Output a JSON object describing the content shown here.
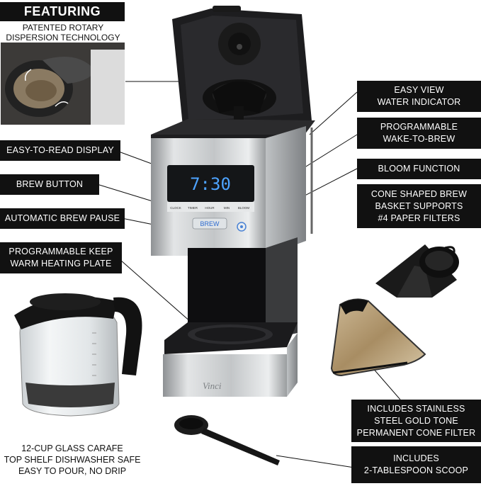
{
  "featuring": {
    "title": "FEATURING",
    "subtitle_line1": "PATENTED ROTARY",
    "subtitle_line2": "DISPERSION TECHNOLOGY"
  },
  "callouts": {
    "display": "EASY-TO-READ DISPLAY",
    "brew_button": "BREW BUTTON",
    "auto_pause": "AUTOMATIC BREW PAUSE",
    "keep_warm_line1": "PROGRAMMABLE KEEP",
    "keep_warm_line2": "WARM HEATING PLATE",
    "water_line1": "EASY VIEW",
    "water_line2": "WATER INDICATOR",
    "wake_line1": "PROGRAMMABLE",
    "wake_line2": "WAKE-TO-BREW",
    "bloom": "BLOOM FUNCTION",
    "cone_line1": "CONE SHAPED BREW",
    "cone_line2": "BASKET SUPPORTS",
    "cone_line3": "#4 PAPER FILTERS",
    "gold_line1": "INCLUDES STAINLESS",
    "gold_line2": "STEEL GOLD TONE",
    "gold_line3": "PERMANENT CONE FILTER",
    "scoop_line1": "INCLUDES",
    "scoop_line2": "2-TABLESPOON SCOOP",
    "carafe_line1": "12-CUP GLASS CARAFE",
    "carafe_line2": "TOP SHELF DISHWASHER SAFE",
    "carafe_line3": "EASY TO POUR, NO DRIP"
  },
  "machine": {
    "time": "7:30",
    "buttons": [
      "CLOCK",
      "TIMER",
      "HOUR",
      "MIN",
      "BLOOM"
    ],
    "brew_label": "BREW",
    "brand": "Vinci"
  },
  "colors": {
    "label_bg": "#111111",
    "lcd_text": "#4da3ff",
    "steel": "#c9cbcd",
    "gold": "#b8a07a"
  }
}
